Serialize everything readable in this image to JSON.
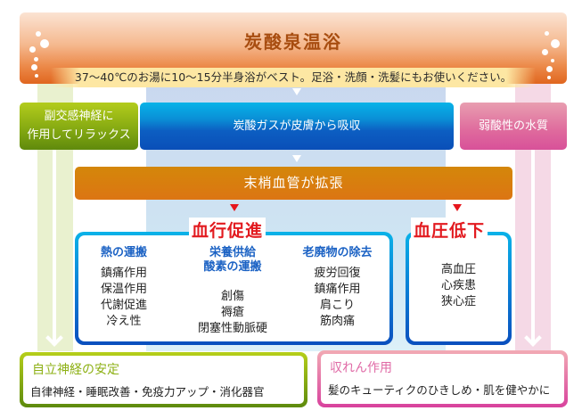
{
  "header": {
    "title": "炭酸泉温浴",
    "subtitle": "37～40℃のお湯に10～15分半身浴がベスト。足浴・洗顔・洗髪にもお使いください。"
  },
  "left_box": {
    "line1": "副交感神経に",
    "line2": "作用してリラックス"
  },
  "center_box": {
    "label": "炭酸ガスが皮膚から吸収"
  },
  "right_box": {
    "label": "弱酸性の水質"
  },
  "dilation_box": {
    "label": "末梢血管が拡張"
  },
  "circulation_panel": {
    "title": "血行促進",
    "columns": [
      {
        "heading": [
          "熱の運搬"
        ],
        "items": [
          "鎮痛作用",
          "保温作用",
          "代謝促進",
          "冷え性"
        ]
      },
      {
        "heading": [
          "栄養供給",
          "酸素の運搬"
        ],
        "items": [
          "創傷",
          "褥瘡",
          "閉塞性動脈硬"
        ]
      },
      {
        "heading": [
          "老廃物の除去"
        ],
        "items": [
          "疲労回復",
          "鎮痛作用",
          "肩こり",
          "筋肉痛"
        ]
      }
    ]
  },
  "pressure_panel": {
    "title": "血圧低下",
    "items": [
      "高血圧",
      "心疾患",
      "狭心症"
    ]
  },
  "bottom_left": {
    "title": "自立神経の安定",
    "text": "自律神経・睡眠改善・免疫力アップ・消化器官"
  },
  "bottom_right": {
    "title": "収れん作用",
    "text": "髪のキューティクのひきしめ・肌を健やかに"
  },
  "colors": {
    "header_orange": "#e0661f",
    "title_brown": "#a84d10",
    "green": "#86aa12",
    "blue": "#0a4fb8",
    "pink": "#df6a9d",
    "orange_bar": "#d87d10",
    "red_title": "#e21a1f",
    "column_heading_blue": "#1b62c4"
  }
}
